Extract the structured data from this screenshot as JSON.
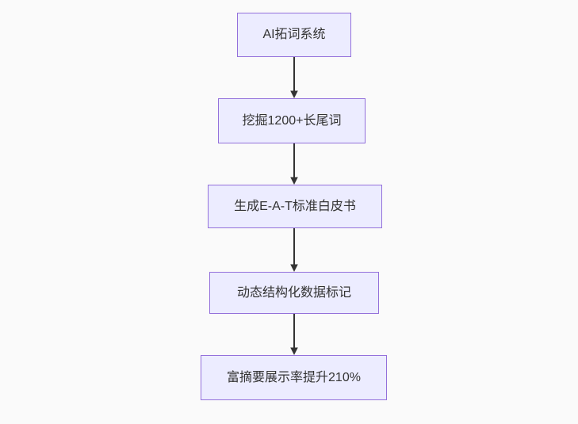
{
  "diagram": {
    "type": "flowchart-top-down",
    "colors": {
      "background": "#fafafa",
      "node_fill": "#ECECFF",
      "node_border": "#9370DB",
      "text": "#333333",
      "arrow": "#333333"
    },
    "nodes": [
      {
        "id": "n1",
        "label": "AI拓词系统"
      },
      {
        "id": "n2",
        "label": "挖掘1200+长尾词"
      },
      {
        "id": "n3",
        "label": "生成E-A-T标准白皮书"
      },
      {
        "id": "n4",
        "label": "动态结构化数据标记"
      },
      {
        "id": "n5",
        "label": "富摘要展示率提升210%"
      }
    ],
    "edges": [
      {
        "from": "n1",
        "to": "n2"
      },
      {
        "from": "n2",
        "to": "n3"
      },
      {
        "from": "n3",
        "to": "n4"
      },
      {
        "from": "n4",
        "to": "n5"
      }
    ]
  }
}
